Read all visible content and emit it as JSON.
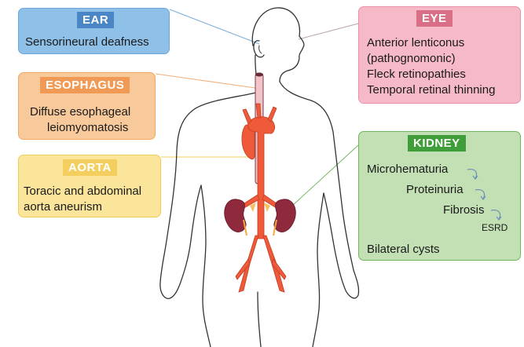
{
  "ear": {
    "tag": "EAR",
    "lines": [
      "Sensorineural deafness"
    ]
  },
  "esophagus": {
    "tag": "ESOPHAGUS",
    "lines": [
      "Diffuse esophageal",
      "leiomyomatosis"
    ]
  },
  "aorta": {
    "tag": "AORTA",
    "lines": [
      "Toracic and abdominal",
      "aorta aneurism"
    ]
  },
  "eye": {
    "tag": "EYE",
    "lines": [
      "Anterior lenticonus",
      "(pathognomonic)",
      "Fleck retinopathies",
      "Temporal retinal thinning"
    ]
  },
  "kidney": {
    "tag": "KIDNEY",
    "progression": [
      "Microhematuria",
      "Proteinuria",
      "Fibrosis",
      "ESRD"
    ],
    "extra": "Bilateral cysts"
  },
  "colors": {
    "ear": "#8ec0e8",
    "esophagus": "#f8c99b",
    "aorta": "#fbe59a",
    "eye": "#f6b9c8",
    "kidney": "#c3e0b5",
    "organ_red": "#ee5a3a",
    "kidney_organ": "#8e2a3c",
    "body_outline": "#333333"
  }
}
